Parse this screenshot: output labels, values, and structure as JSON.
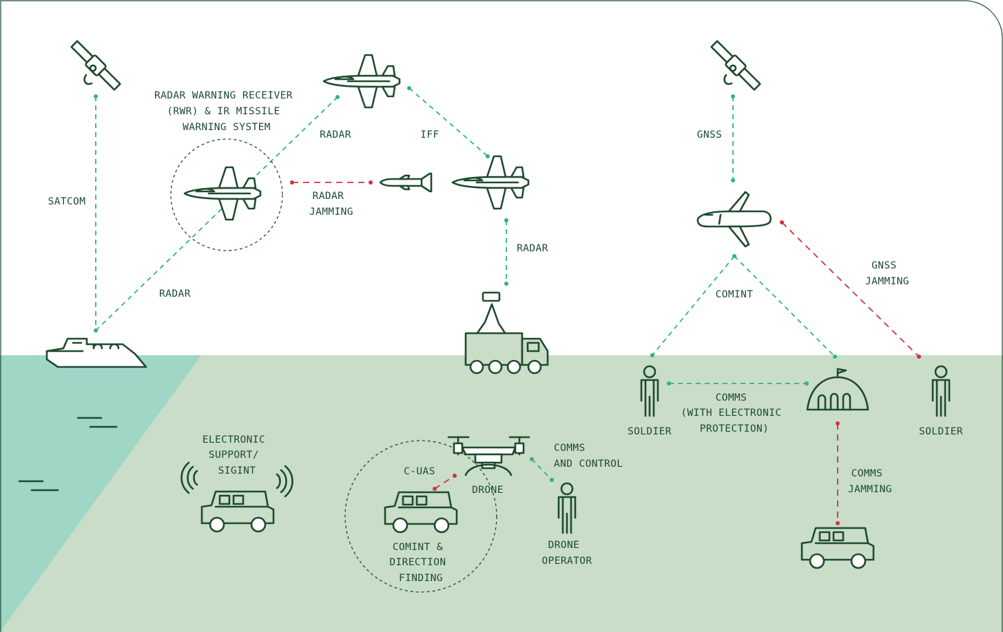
{
  "colors": {
    "sky": "#ffffff",
    "ground": "#c9ddc8",
    "sea": "#9fd6c6",
    "ink": "#1e4a2e",
    "friendly_link": "#2fb57a",
    "jamming_link": "#d0323b"
  },
  "labels": {
    "rwr": [
      "RADAR WARNING RECEIVER",
      "(RWR) & IR MISSILE",
      "WARNING SYSTEM"
    ],
    "satcom": "SATCOM",
    "radar_upper": "RADAR",
    "iff": "IFF",
    "radar_jamming": [
      "RADAR",
      "JAMMING"
    ],
    "radar_right": "RADAR",
    "radar_lower": "RADAR",
    "gnss": "GNSS",
    "gnss_jamming": [
      "GNSS",
      "JAMMING"
    ],
    "comint_top": "COMINT",
    "soldier_left": "SOLDIER",
    "soldier_right": "SOLDIER",
    "comms_ep": [
      "COMMS",
      "(WITH ELECTRONIC",
      "PROTECTION)"
    ],
    "comms_jamming": [
      "COMMS",
      "JAMMING"
    ],
    "es_sigint": [
      "ELECTRONIC",
      "SUPPORT/",
      "SIGINT"
    ],
    "c_uas": "C-UAS",
    "drone": "DRONE",
    "comms_control": [
      "COMMS",
      "AND CONTROL"
    ],
    "drone_operator": [
      "DRONE",
      "OPERATOR"
    ],
    "comint_df": [
      "COMINT &",
      "DIRECTION",
      "FINDING"
    ]
  },
  "icons": [
    "satellite-icon",
    "fighter-jet-icon",
    "missile-icon",
    "ship-icon",
    "radar-truck-icon",
    "uav-icon",
    "soldier-icon",
    "command-tent-icon",
    "armored-vehicle-icon",
    "quadcopter-drone-icon",
    "signal-waves-icon"
  ]
}
